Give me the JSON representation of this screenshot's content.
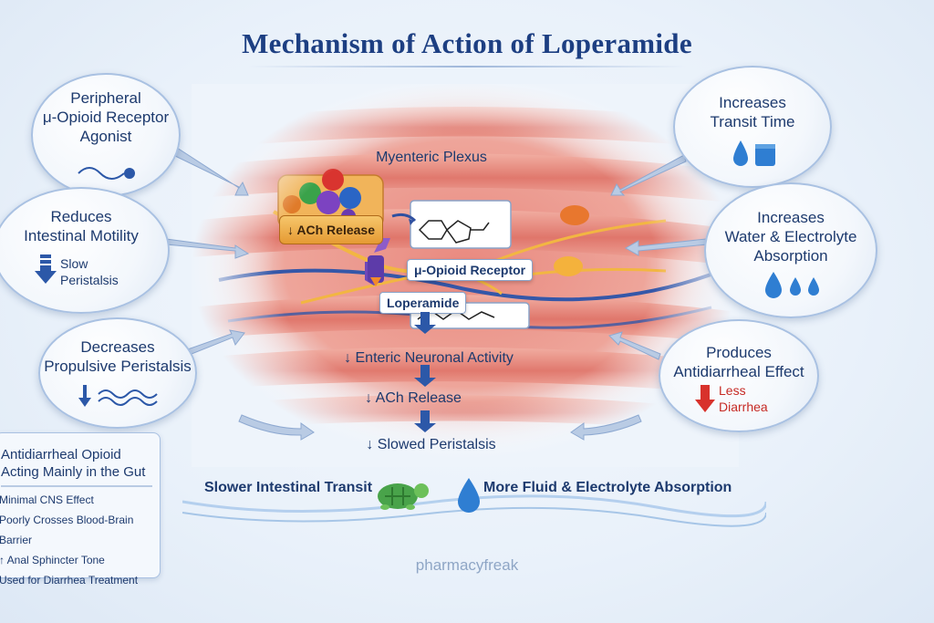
{
  "title": "Mechanism of Action of Loperamide",
  "left": {
    "receptor": {
      "line1": "Peripheral",
      "line2": "μ-Opioid Receptor",
      "line3": "Agonist"
    },
    "motility": {
      "line1": "Reduces",
      "line2": "Intestinal Motility",
      "icon_label1": "Slow",
      "icon_label2": "Peristalsis"
    },
    "propulsive": {
      "line1": "Decreases",
      "line2": "Propulsive Peristalsis"
    }
  },
  "right": {
    "transit": {
      "line1": "Increases",
      "line2": "Transit Time"
    },
    "absorption": {
      "line1": "Increases",
      "line2": "Water & Electrolyte",
      "line3": "Absorption"
    },
    "antidiarrheal": {
      "line1": "Produces",
      "line2": "Antidiarrheal Effect",
      "icon_label1": "Less",
      "icon_label2": "Diarrhea"
    }
  },
  "center": {
    "plexus": "Myenteric Plexus",
    "ach_release": "↓ ACh Release",
    "receptor": "μ-Opioid Receptor",
    "drug": "Loperamide",
    "steps": [
      "↓ Enteric Neuronal Activity",
      "↓ ACh Release",
      "↓ Slowed Peristalsis"
    ]
  },
  "infobox": {
    "heading_line1": "Antidiarrheal Opioid",
    "heading_line2": "Acting Mainly in the Gut",
    "items": [
      "Minimal CNS Effect",
      "Poorly Crosses Blood-Brain Barrier",
      "↑ Anal Sphincter Tone",
      "Used for Diarrhea Treatment"
    ]
  },
  "outcomes": {
    "left": "Slower Intestinal Transit",
    "right": "More Fluid & Electrolyte Absorption"
  },
  "footer": "pharmacyfreak",
  "colors": {
    "title": "#1d3f82",
    "bubble_border": "#a9c1e2",
    "tissue": "#e7867c",
    "arrow": "#2c58a8",
    "accent_red": "#d8322c"
  }
}
